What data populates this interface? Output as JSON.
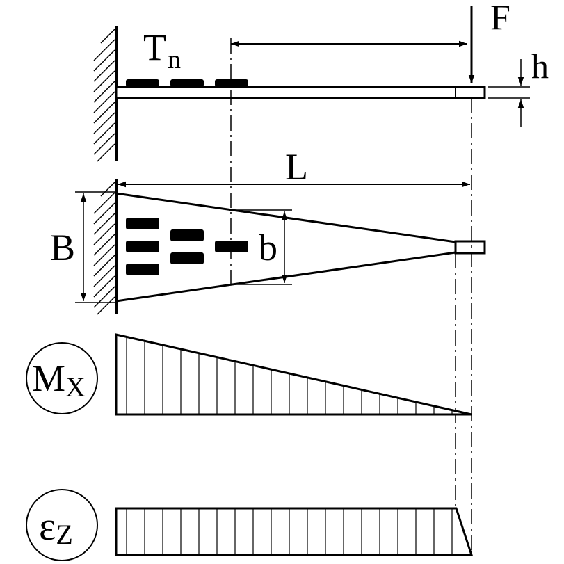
{
  "labels": {
    "force": "F",
    "thickness": "h",
    "sensors_main": "T",
    "sensors_sub": "n",
    "length": "L",
    "base_width": "B",
    "section_width": "b",
    "moment_main": "M",
    "moment_sub": "X",
    "strain_main": "ε",
    "strain_sub": "Z"
  }
}
